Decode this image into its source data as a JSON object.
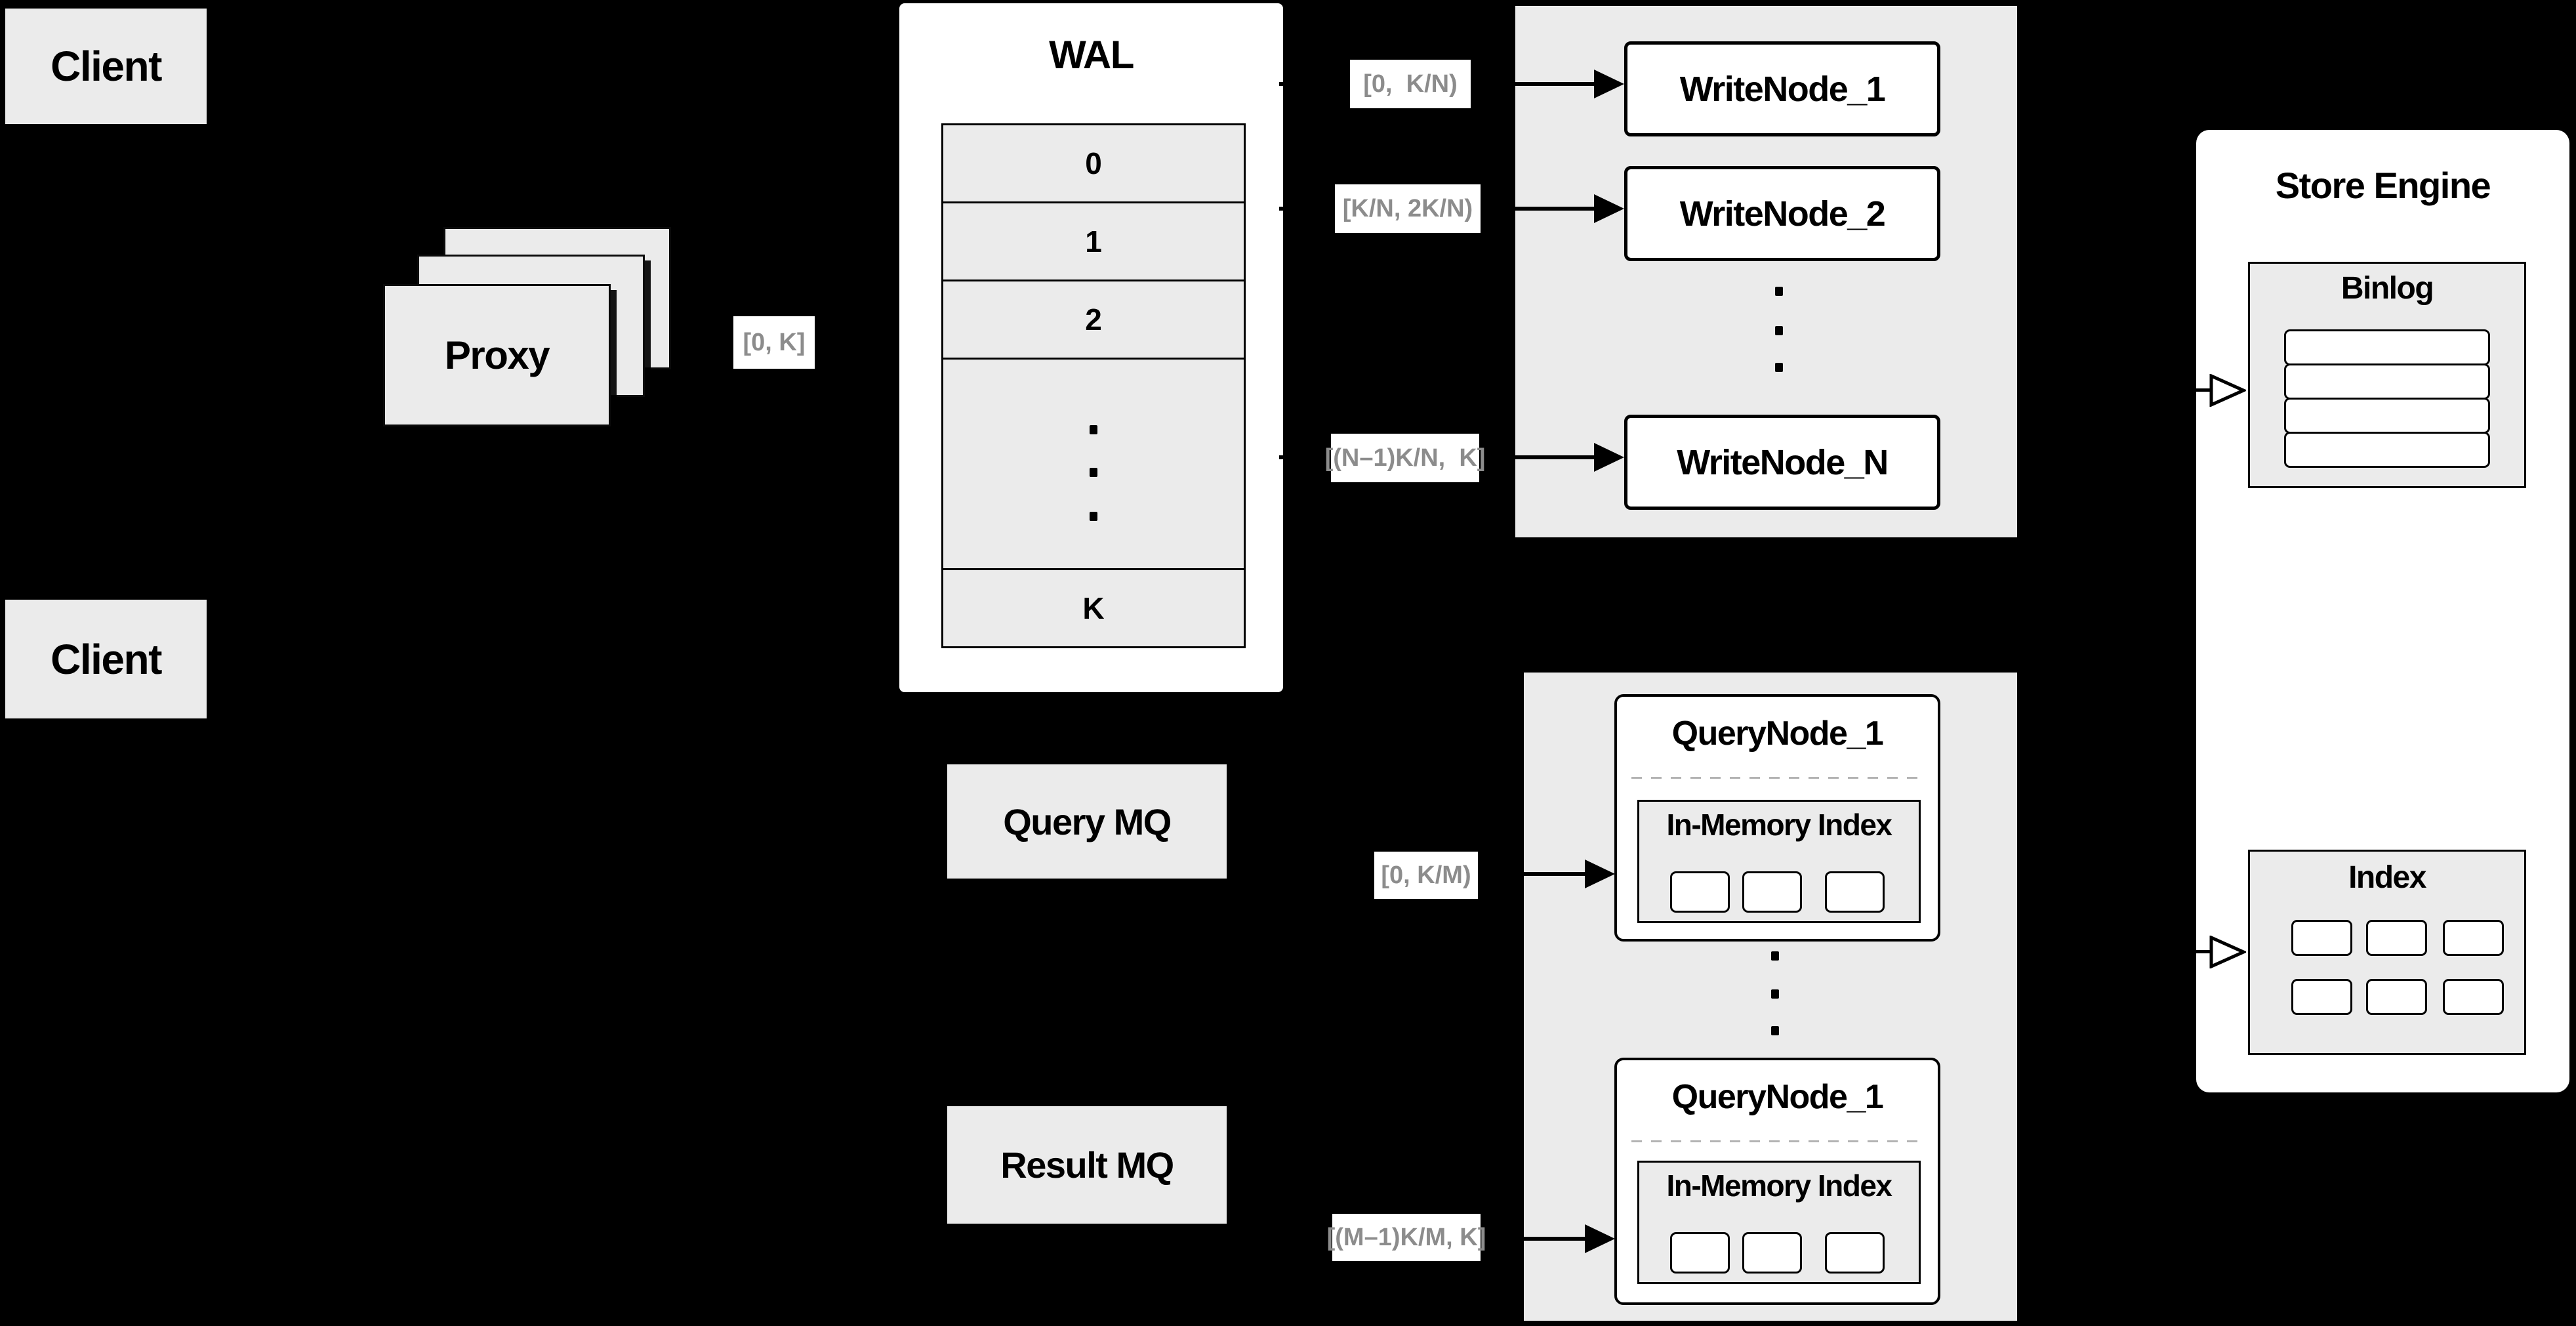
{
  "colors": {
    "background": "#000000",
    "panel_gray": "#ebebeb",
    "box_white": "#ffffff",
    "line_black": "#000000",
    "range_label_text": "#8c8c8c",
    "dashed_separator": "#b3b3b3"
  },
  "clients": [
    {
      "label": "Client"
    },
    {
      "label": "Client"
    }
  ],
  "proxy": {
    "label": "Proxy",
    "stack_count": 3
  },
  "wal": {
    "title": "WAL",
    "rows": [
      "0",
      "1",
      "2",
      "K"
    ]
  },
  "mq": {
    "query_label": "Query MQ",
    "result_label": "Result MQ"
  },
  "write_nodes": {
    "nodes": [
      "WriteNode_1",
      "WriteNode_2",
      "WriteNode_N"
    ]
  },
  "query_nodes": {
    "nodes": [
      {
        "title": "QueryNode_1",
        "inner": "In-Memory Index"
      },
      {
        "title": "QueryNode_1",
        "inner": "In-Memory Index"
      }
    ]
  },
  "store_engine": {
    "title": "Store Engine",
    "binlog": "Binlog",
    "index": "Index"
  },
  "range_labels": {
    "proxy": "[0, K]",
    "wn1": "[0,  K/N)",
    "wn2": "[K/N, 2K/N)",
    "wnN": "[(N–1)K/N,  K]",
    "qn1": "[0, K/M)",
    "qnM": "[(M–1)K/M, K]"
  }
}
